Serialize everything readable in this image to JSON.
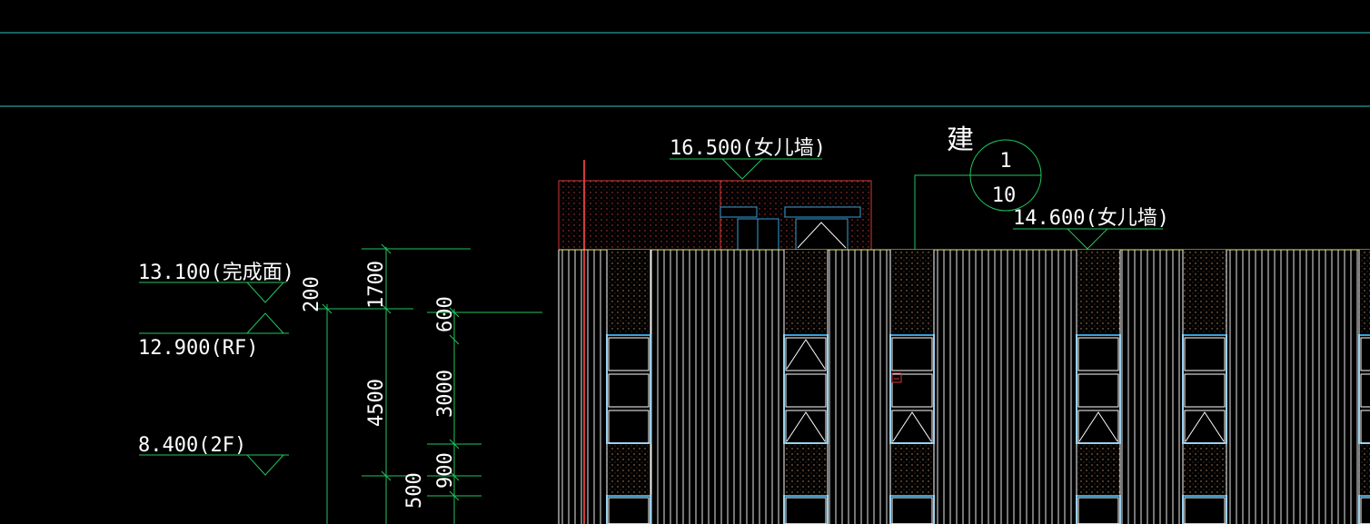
{
  "elevations": [
    {
      "text": "16.500(女儿墙)"
    },
    {
      "text": "14.600(女儿墙)"
    },
    {
      "text": "13.100(完成面)"
    },
    {
      "text": "12.900(RF)"
    },
    {
      "text": "8.400(2F)"
    }
  ],
  "detail_marker": {
    "prefix": "建",
    "number": "1",
    "sheet": "10"
  },
  "dimensions_outer": [
    "1700",
    "4500",
    "500"
  ],
  "dimensions_inner": [
    "600",
    "3000",
    "900"
  ],
  "dimension_small": "200",
  "colors": {
    "background": "#000000",
    "guideline": "#2ec4c4",
    "dimension": "#22c55e",
    "building": "#ffffff",
    "hatch_red": "#d33a3a",
    "window": "#38a0d8",
    "parapet_top": "#e8e870"
  }
}
